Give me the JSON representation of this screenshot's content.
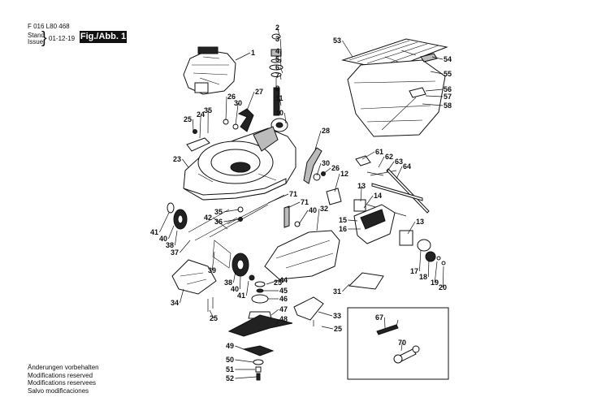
{
  "header": {
    "doc_id": "F 016 L80 468",
    "stand": "Stand",
    "issue": "Issue",
    "date": "01-12-19",
    "figure": "Fig./Abb. 1"
  },
  "notes": [
    "Änderungen vorbehalten",
    "Modifications reserved",
    "Modifications reservees",
    "Salvo modificaciones"
  ],
  "callouts": [
    "1",
    "2",
    "3",
    "4",
    "5",
    "6",
    "7",
    "8",
    "10",
    "11",
    "12",
    "13",
    "13",
    "14",
    "15",
    "16",
    "17",
    "18",
    "19",
    "20",
    "23",
    "24",
    "25",
    "25",
    "25",
    "25",
    "26",
    "26",
    "27",
    "28",
    "30",
    "30",
    "31",
    "32",
    "33",
    "34",
    "35",
    "35",
    "36",
    "37",
    "38",
    "38",
    "39",
    "40",
    "40",
    "40",
    "41",
    "41",
    "42",
    "44",
    "45",
    "46",
    "47",
    "48",
    "49",
    "50",
    "51",
    "52",
    "53",
    "54",
    "55",
    "56",
    "57",
    "58",
    "61",
    "62",
    "63",
    "64",
    "67",
    "70",
    "71",
    "71"
  ]
}
